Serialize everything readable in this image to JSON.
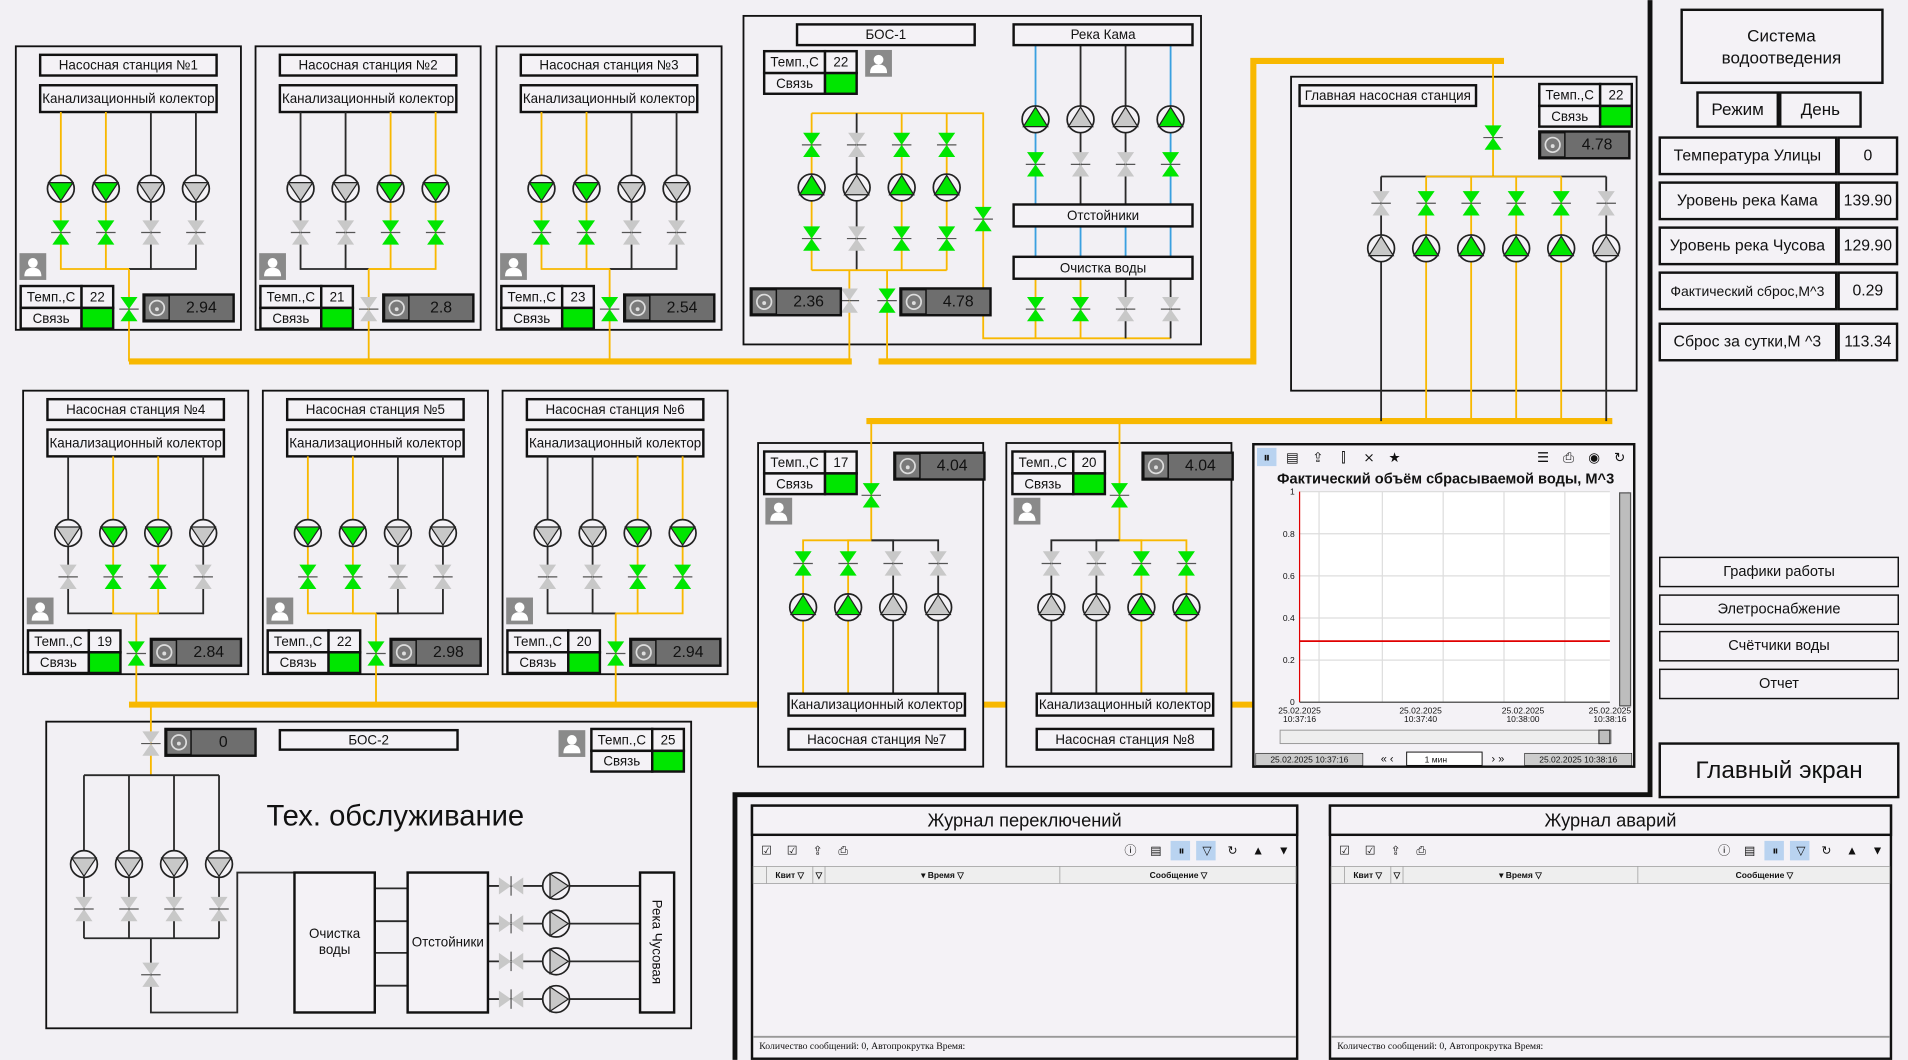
{
  "common": {
    "temp_label": "Темп.,С",
    "link_label": "Связь",
    "collector_label": "Канализационный колектор"
  },
  "colors": {
    "on": "#00e600",
    "off": "#c8c8c8",
    "pipe_active": "#f8b800",
    "pipe_idle": "#2a2a2a",
    "water": "#3aa0e0",
    "link_ok": "#00e600",
    "trend": "#e00000"
  },
  "stations": [
    {
      "title": "Насосная станция №1",
      "temp": "22",
      "flow": "2.94",
      "pumps": [
        1,
        1,
        0,
        0
      ],
      "outlet_valve": 1
    },
    {
      "title": "Насосная станция №2",
      "temp": "21",
      "flow": "2.8",
      "pumps": [
        0,
        0,
        1,
        1
      ],
      "outlet_valve": 0
    },
    {
      "title": "Насосная станция №3",
      "temp": "23",
      "flow": "2.54",
      "pumps": [
        1,
        1,
        0,
        0
      ],
      "outlet_valve": 1
    },
    {
      "title": "Насосная станция №4",
      "temp": "19",
      "flow": "2.84",
      "pumps": [
        0,
        1,
        1,
        0
      ],
      "outlet_valve": 1
    },
    {
      "title": "Насосная станция №5",
      "temp": "22",
      "flow": "2.98",
      "pumps": [
        1,
        1,
        0,
        0
      ],
      "outlet_valve": 1
    },
    {
      "title": "Насосная станция №6",
      "temp": "20",
      "flow": "2.94",
      "pumps": [
        0,
        0,
        1,
        1
      ],
      "outlet_valve": 1
    },
    {
      "title": "Насосная станция №7",
      "temp": "17",
      "flow": "4.04",
      "pumps": [
        1,
        1,
        0,
        0
      ],
      "outlet_valve": 1
    },
    {
      "title": "Насосная станция №8",
      "temp": "20",
      "flow": "4.04",
      "pumps": [
        0,
        0,
        1,
        1
      ],
      "outlet_valve": 1
    }
  ],
  "bos1": {
    "title": "БОС-1",
    "temp": "22",
    "flow_a": "2.36",
    "flow_b": "4.78",
    "pumps": [
      1,
      0,
      1,
      1
    ],
    "valve_a": 0,
    "valve_b": 1,
    "river": "Река Кама",
    "river_pumps": [
      1,
      0,
      0,
      1
    ],
    "settlers": "Отстойники",
    "cleaning": "Очистка воды",
    "cleaning_valves": [
      1,
      1,
      0,
      0
    ]
  },
  "main_station": {
    "title": "Главная насосная станция",
    "temp": "22",
    "flow": "4.78",
    "pumps": [
      0,
      1,
      1,
      1,
      1,
      0
    ]
  },
  "bos2": {
    "title": "БОС-2",
    "temp": "25",
    "flow": "0",
    "status": "Тех. обслуживание",
    "cleaning": "Очистка воды",
    "settlers": "Отстойники",
    "river": "Река Чусовая"
  },
  "panel": {
    "title": "Система водоотведения",
    "mode_label": "Режим",
    "mode_value": "День",
    "readouts": [
      {
        "label": "Температура Улицы",
        "value": "0"
      },
      {
        "label": "Уровень река Кама",
        "value": "139.90"
      },
      {
        "label": "Уровень река Чусова",
        "value": "129.90"
      },
      {
        "label": "Фактический сброс,М^3",
        "value": "0.29"
      },
      {
        "label": "Сброс за сутки,М ^3",
        "value": "113.34"
      }
    ],
    "nav": [
      "Графики работы",
      "Элетроснабжение",
      "Счётчики воды",
      "Отчет"
    ],
    "main_screen": "Главный экран"
  },
  "chart_toolbar": {
    "period": "1 мин",
    "start": "25.02.2025 10:37:16",
    "end": "25.02.2025 10:38:16"
  },
  "chart_data": {
    "type": "line",
    "title": "Фактический объём сбрасываемой воды, М^3",
    "xlabel": "",
    "ylabel": "",
    "ylim": [
      0,
      1
    ],
    "yticks": [
      "0",
      "0.2",
      "0.4",
      "0.6",
      "0.8",
      "1"
    ],
    "xticks": [
      [
        "25.02.2025",
        "10:37:16"
      ],
      [
        "25.02.2025",
        "10:37:40"
      ],
      [
        "25.02.2025",
        "10:38:00"
      ],
      [
        "25.02.2025",
        "10:38:16"
      ]
    ],
    "grid": true,
    "series": [
      {
        "name": "Фактический сброс",
        "x": [
          "10:37:16",
          "10:38:16"
        ],
        "values": [
          0.29,
          0.29
        ]
      }
    ]
  },
  "journals": [
    {
      "title": "Журнал переключений",
      "columns": [
        "Квит",
        "",
        "Время",
        "Сообщение"
      ],
      "footer": "Количество сообщений: 0, Автопрокрутка Время:"
    },
    {
      "title": "Журнал аварий",
      "columns": [
        "Квит",
        "",
        "Время",
        "Сообщение"
      ],
      "footer": "Количество сообщений: 0, Автопрокрутка Время:"
    }
  ]
}
